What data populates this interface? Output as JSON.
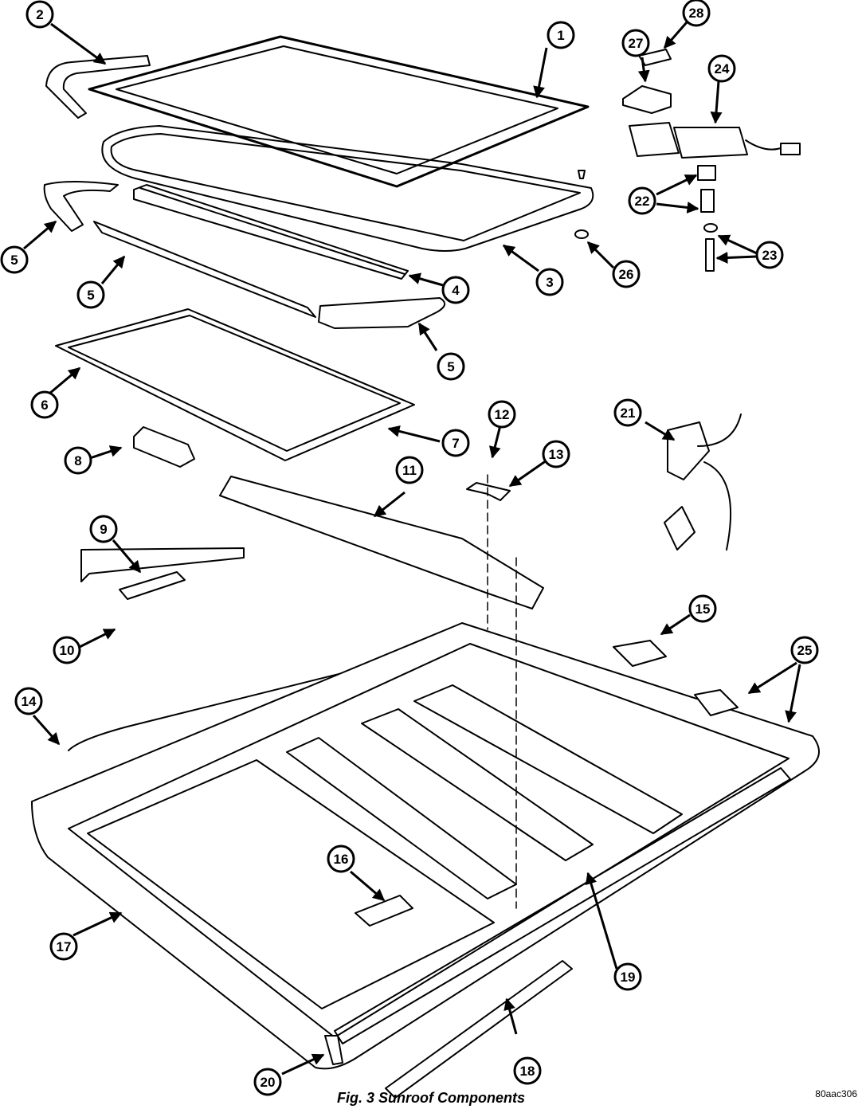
{
  "figure": {
    "caption": "Fig. 3 Sunroof Components",
    "drawing_code": "80aac306"
  },
  "callouts": [
    {
      "id": "c1",
      "label": "1"
    },
    {
      "id": "c2",
      "label": "2"
    },
    {
      "id": "c3",
      "label": "3"
    },
    {
      "id": "c4",
      "label": "4"
    },
    {
      "id": "c5a",
      "label": "5"
    },
    {
      "id": "c5b",
      "label": "5"
    },
    {
      "id": "c5c",
      "label": "5"
    },
    {
      "id": "c6",
      "label": "6"
    },
    {
      "id": "c7",
      "label": "7"
    },
    {
      "id": "c8",
      "label": "8"
    },
    {
      "id": "c9",
      "label": "9"
    },
    {
      "id": "c10",
      "label": "10"
    },
    {
      "id": "c11",
      "label": "11"
    },
    {
      "id": "c12",
      "label": "12"
    },
    {
      "id": "c13",
      "label": "13"
    },
    {
      "id": "c14",
      "label": "14"
    },
    {
      "id": "c15",
      "label": "15"
    },
    {
      "id": "c16",
      "label": "16"
    },
    {
      "id": "c17",
      "label": "17"
    },
    {
      "id": "c18",
      "label": "18"
    },
    {
      "id": "c19",
      "label": "19"
    },
    {
      "id": "c20",
      "label": "20"
    },
    {
      "id": "c21",
      "label": "21"
    },
    {
      "id": "c22",
      "label": "22"
    },
    {
      "id": "c23",
      "label": "23"
    },
    {
      "id": "c24",
      "label": "24"
    },
    {
      "id": "c25",
      "label": "25"
    },
    {
      "id": "c26",
      "label": "26"
    },
    {
      "id": "c27",
      "label": "27"
    },
    {
      "id": "c28",
      "label": "28"
    }
  ]
}
